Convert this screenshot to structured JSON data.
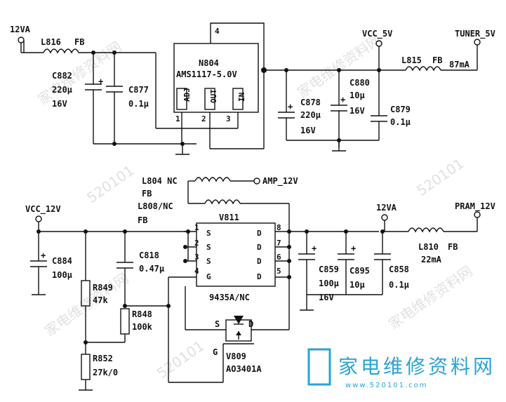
{
  "watermark": {
    "text": "家电维修资料网",
    "text_alt": "520101",
    "logo_text": "家电维修资料网",
    "logo_url": "www.520101.com"
  },
  "top": {
    "in_12va": "12VA",
    "l816": "L816",
    "l816_fb": "FB",
    "c882": "C882",
    "c882_val": "220μ",
    "c882_v": "16V",
    "c877": "C877",
    "c877_val": "0.1μ",
    "n804": "N804",
    "n804_part": "AMS1117-5.0V",
    "pin_adj": "ADJ",
    "pin_out": "OUT",
    "pin_in": "IN",
    "pin1": "1",
    "pin2": "2",
    "pin3": "3",
    "pin4": "4",
    "vcc5": "VCC_5V",
    "tuner5": "TUNER_5V",
    "l815": "L815",
    "l815_fb": "FB",
    "l815_i": "87mA",
    "c878": "C878",
    "c878_val": "220μ",
    "c878_v": "16V",
    "c880": "C880",
    "c880_val": "10μ",
    "c880_v": "16V",
    "c879": "C879",
    "c879_val": "0.1μ"
  },
  "bottom": {
    "l804": "L804 NC",
    "l804_fb": "FB",
    "amp12": "AMP_12V",
    "l808": "L808/NC",
    "l808_fb": "FB",
    "vcc12": "VCC_12V",
    "c884": "C884",
    "c884_val": "100μ",
    "r849": "R849",
    "r849_val": "47k",
    "c818": "C818",
    "c818_val": "0.47μ",
    "r848": "R848",
    "r848_val": "100k",
    "r852": "R852",
    "r852_val": "27k/0",
    "v811": "V811",
    "v811_part": "9435A/NC",
    "s": "S",
    "g": "G",
    "d": "D",
    "pins_left": [
      "1",
      "2",
      "3",
      "4"
    ],
    "pins_right": [
      "8",
      "7",
      "6",
      "5"
    ],
    "v809": "V809",
    "v809_part": "AO3401A",
    "v809_s": "S",
    "v809_d": "D",
    "v809_g": "G",
    "in_12va2": "12VA",
    "pram12": "PRAM_12V",
    "c859": "C859",
    "c859_val": "100μ",
    "c859_v": "16V",
    "c895": "C895",
    "c895_val": "10μ",
    "c858": "C858",
    "c858_val": "0.1μ",
    "l810": "L810",
    "l810_fb": "FB",
    "l810_i": "22mA"
  }
}
